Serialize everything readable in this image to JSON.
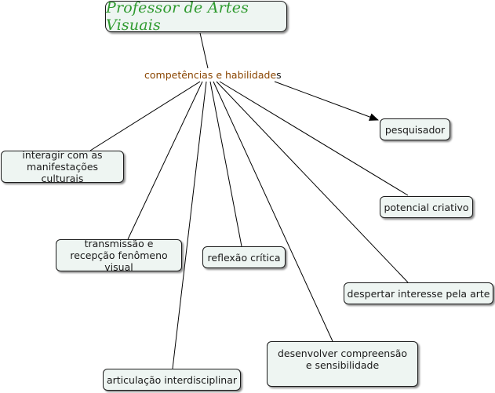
{
  "title": "Professor de Artes Visuais",
  "hub": {
    "main": "competências e habilidade",
    "tail": "s"
  },
  "nodes": {
    "pesquisador": "pesquisador",
    "interagir": "interagir com as manifestações culturais",
    "potencial": "potencial criativo",
    "transmissao": "transmissão e recepção fenômeno visual",
    "reflexao": "reflexão crítica",
    "despertar": "despertar interesse pela arte",
    "desenvolver": "desenvolver  compreensão e sensibilidade",
    "articulacao": "articulação interdisciplinar"
  },
  "colors": {
    "title": "#2e9a2e",
    "hub": "#8a4500",
    "node_bg": "#eef5f2"
  }
}
